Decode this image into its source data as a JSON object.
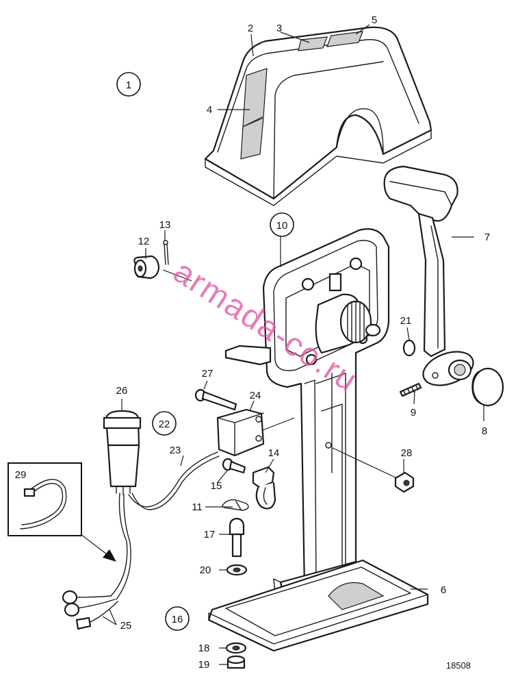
{
  "callouts": {
    "c1": "1",
    "c2": "2",
    "c3": "3",
    "c4": "4",
    "c5": "5",
    "c6": "6",
    "c7": "7",
    "c8": "8",
    "c9": "9",
    "c10": "10",
    "c11": "11",
    "c12": "12",
    "c13": "13",
    "c14": "14",
    "c15": "15",
    "c16": "16",
    "c17": "17",
    "c18": "18",
    "c19": "19",
    "c20": "20",
    "c21": "21",
    "c22": "22",
    "c23": "23",
    "c24": "24",
    "c25": "25",
    "c26": "26",
    "c27": "27",
    "c28": "28",
    "c29": "29"
  },
  "watermark": "armada-co.ru",
  "figure_number": "18508"
}
